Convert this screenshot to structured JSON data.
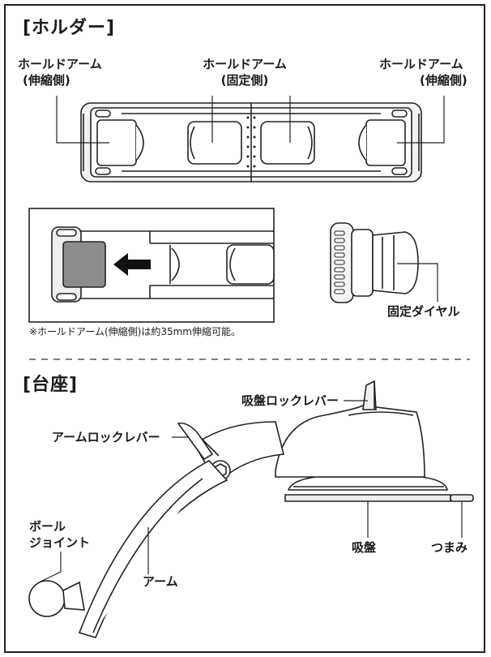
{
  "holder": {
    "section_title": "[ホルダー]",
    "arm_left_line1": "ホールドアーム",
    "arm_left_line2": "(伸縮側)",
    "arm_center_line1": "ホールドアーム",
    "arm_center_line2": "(固定側)",
    "arm_right_line1": "ホールドアーム",
    "arm_right_line2": "(伸縮側)",
    "dial_label": "固定ダイヤル",
    "note": "※ホールドアーム(伸縮側)は約35mm伸縮可能。"
  },
  "base": {
    "section_title": "[台座]",
    "suction_lock_lever": "吸盤ロックレバー",
    "arm_lock_lever": "アームロックレバー",
    "ball_joint_line1": "ボール",
    "ball_joint_line2": "ジョイント",
    "arm": "アーム",
    "suction_cup": "吸盤",
    "tab": "つまみ"
  },
  "colors": {
    "line": "#222222",
    "fill_gray": "#e6e6e6",
    "fill_dark": "#8c8c8c",
    "dash": "#555555"
  },
  "icons": [
    "arrow-left-icon"
  ]
}
